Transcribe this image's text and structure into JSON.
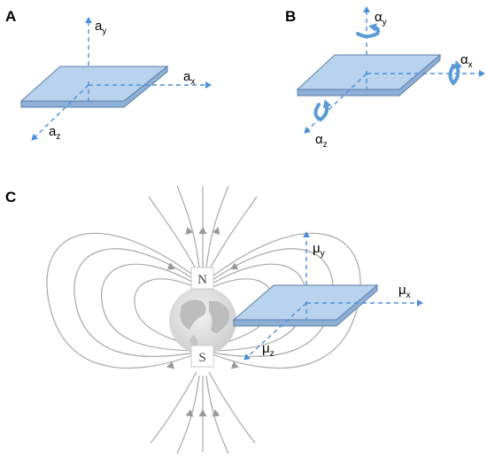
{
  "panels": {
    "A": {
      "label": "A",
      "axis_x": {
        "main": "a",
        "sub": "x"
      },
      "axis_y": {
        "main": "a",
        "sub": "y"
      },
      "axis_z": {
        "main": "a",
        "sub": "z"
      }
    },
    "B": {
      "label": "B",
      "axis_x": {
        "main": "α",
        "sub": "x"
      },
      "axis_y": {
        "main": "α",
        "sub": "y"
      },
      "axis_z": {
        "main": "α",
        "sub": "z"
      }
    },
    "C": {
      "label": "C",
      "north": "N",
      "south": "S",
      "axis_x": {
        "main": "μ",
        "sub": "x"
      },
      "axis_y": {
        "main": "μ",
        "sub": "y"
      },
      "axis_z": {
        "main": "μ",
        "sub": "z"
      }
    }
  },
  "colors": {
    "axis": "#4a90d9",
    "plate": "#b9d2ee",
    "field_lines": "#a8a8a8",
    "rotation_arrows": "#5b9bd5"
  },
  "icons": [
    "earth-globe-icon",
    "rotation-arrow-icon"
  ]
}
